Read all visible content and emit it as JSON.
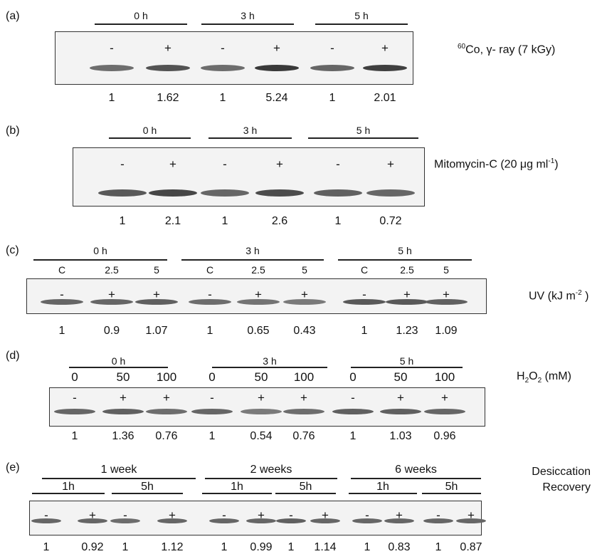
{
  "panels": [
    {
      "id": "a",
      "label": "(a)",
      "timepoints": [
        "0  h",
        "3  h",
        "5 h"
      ],
      "signs": [
        "-",
        "+",
        "-",
        "+",
        "-",
        "+"
      ],
      "values": [
        "1",
        "1.62",
        "1",
        "5.24",
        "1",
        "2.01"
      ],
      "band_intensity": [
        0.55,
        0.75,
        0.55,
        0.95,
        0.6,
        0.9
      ],
      "condition": {
        "pre": "",
        "sup": "60",
        "mid": "Co, γ- ray (7 kGy)",
        "sub": "",
        "post": ""
      }
    },
    {
      "id": "b",
      "label": "(b)",
      "timepoints": [
        "0  h",
        "3  h",
        "5 h"
      ],
      "signs": [
        "-",
        "+",
        "-",
        "+",
        "-",
        "+"
      ],
      "values": [
        "1",
        "2.1",
        "1",
        "2.6",
        "1",
        "0.72"
      ],
      "band_intensity": [
        0.7,
        0.85,
        0.6,
        0.8,
        0.65,
        0.6
      ],
      "condition": {
        "pre": "Mitomycin-C (20 μg ml",
        "sup": "-1",
        "mid": ")",
        "sub": "",
        "post": ""
      }
    },
    {
      "id": "c",
      "label": "(c)",
      "timepoints": [
        "0  h",
        "3  h",
        "5 h"
      ],
      "doses": [
        "C",
        "2.5",
        "5",
        "C",
        "2.5",
        "5",
        "C",
        "2.5",
        "5"
      ],
      "signs": [
        "-",
        "+",
        "+",
        "-",
        "+",
        "+",
        "-",
        "+",
        "+"
      ],
      "values": [
        "1",
        "0.9",
        "1.07",
        "1",
        "0.65",
        "0.43",
        "1",
        "1.23",
        "1.09"
      ],
      "band_intensity": [
        0.6,
        0.6,
        0.65,
        0.55,
        0.5,
        0.45,
        0.7,
        0.7,
        0.65
      ],
      "condition": {
        "pre": "UV (kJ m",
        "sup": "-2",
        "mid": " )",
        "sub": "",
        "post": ""
      }
    },
    {
      "id": "d",
      "label": "(d)",
      "timepoints": [
        "0  h",
        "3  h",
        "5 h"
      ],
      "doses": [
        "0",
        "50",
        "100",
        "0",
        "50",
        "100",
        "0",
        "50",
        "100"
      ],
      "signs": [
        "-",
        "+",
        "+",
        "-",
        "+",
        "+",
        "-",
        "+",
        "+"
      ],
      "values": [
        "1",
        "1.36",
        "0.76",
        "1",
        "0.54",
        "0.76",
        "1",
        "1.03",
        "0.96"
      ],
      "band_intensity": [
        0.6,
        0.65,
        0.55,
        0.6,
        0.45,
        0.55,
        0.65,
        0.65,
        0.6
      ],
      "condition": {
        "pre": "H",
        "sup": "",
        "mid": "",
        "sub": "2",
        "post": "O"
      },
      "condition_tail": {
        "sub": "2",
        "text": " (mM)"
      }
    },
    {
      "id": "e",
      "label": "(e)",
      "periods": [
        "1 week",
        "2 weeks",
        "6 weeks"
      ],
      "recovery": [
        "1h",
        "5h",
        "1h",
        "5h",
        "1h",
        "5h"
      ],
      "signs": [
        "-",
        "+",
        "-",
        "+",
        "-",
        "+",
        "-",
        "+",
        "-",
        "+",
        "-",
        "+"
      ],
      "values": [
        "1",
        "0.92",
        "1",
        "1.12",
        "1",
        "0.99",
        "1",
        "1.14",
        "1",
        "0.83",
        "1",
        "0.87"
      ],
      "band_intensity": [
        0.6,
        0.6,
        0.55,
        0.6,
        0.6,
        0.6,
        0.65,
        0.6,
        0.6,
        0.6,
        0.6,
        0.6
      ],
      "condition_lines": [
        "Desiccation",
        "Recovery"
      ]
    }
  ]
}
